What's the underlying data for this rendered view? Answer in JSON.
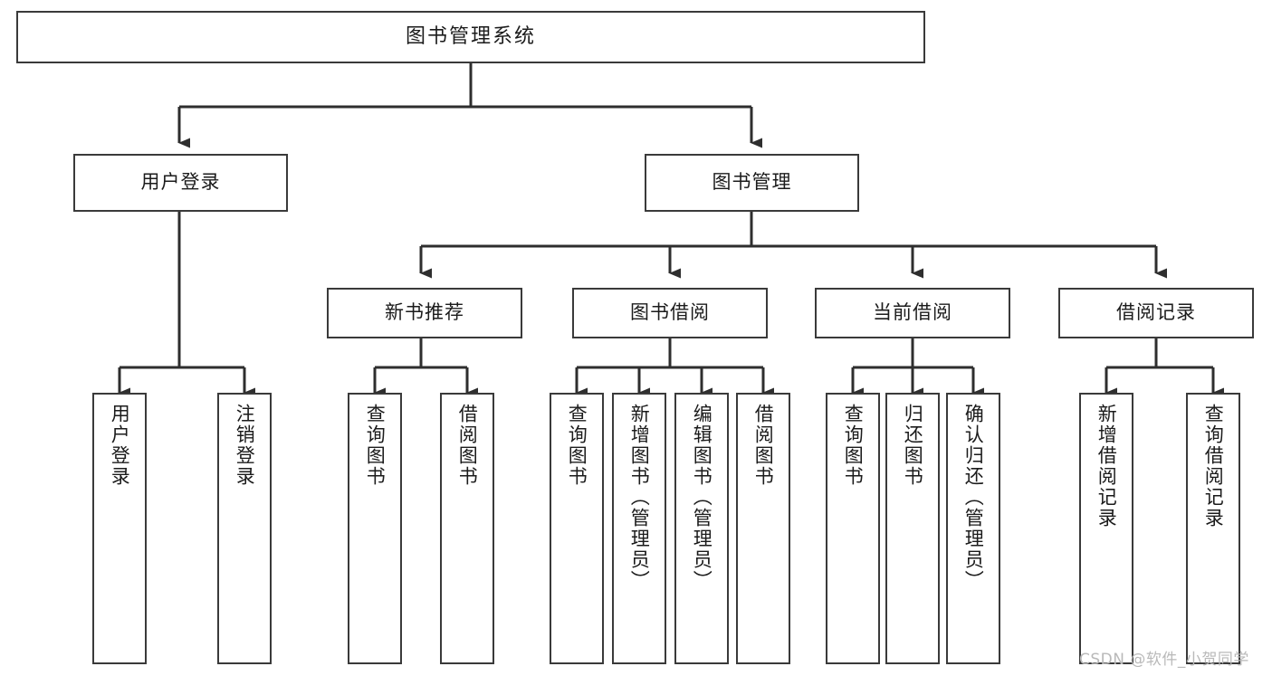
{
  "diagram": {
    "type": "tree-hierarchy",
    "title": "图书管理系统",
    "background_color": "#ffffff",
    "border_color": "#3a3a3a",
    "text_color": "#1b1b1b"
  },
  "root": {
    "label": "图书管理系统"
  },
  "level2": [
    {
      "label": "用户登录"
    },
    {
      "label": "图书管理"
    }
  ],
  "level3": [
    {
      "label": "新书推荐"
    },
    {
      "label": "图书借阅"
    },
    {
      "label": "当前借阅"
    },
    {
      "label": "借阅记录"
    }
  ],
  "leaves": {
    "user_login": [
      {
        "label": "用户登录"
      },
      {
        "label": "注销登录"
      }
    ],
    "new_book": [
      {
        "label": "查询图书"
      },
      {
        "label": "借阅图书"
      }
    ],
    "book_borrow": [
      {
        "label": "查询图书"
      },
      {
        "label": "新增图书（管理员）"
      },
      {
        "label": "编辑图书（管理员）"
      },
      {
        "label": "借阅图书"
      }
    ],
    "current_borrow": [
      {
        "label": "查询图书"
      },
      {
        "label": "归还图书"
      },
      {
        "label": "确认归还（管理员）"
      }
    ],
    "borrow_record": [
      {
        "label": "新增借阅记录"
      },
      {
        "label": "查询借阅记录"
      }
    ]
  },
  "watermark": {
    "text": "CSDN @软件_小贺同学",
    "color": "#b9b9b9"
  }
}
